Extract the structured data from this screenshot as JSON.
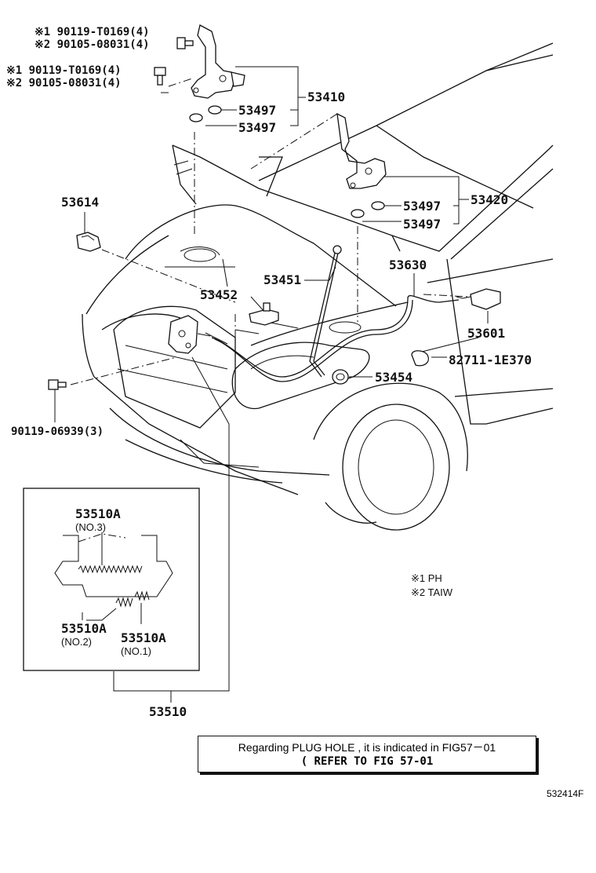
{
  "callouts": {
    "top_bolt_1": "※1 90119-T0169(4)",
    "top_bolt_2": "※2 90105-08031(4)",
    "left_bolt_1": "※1 90119-T0169(4)",
    "left_bolt_2": "※2 90105-08031(4)",
    "hinge_lh": "53410",
    "hinge_rh": "53420",
    "washer_a": "53497",
    "washer_b": "53497",
    "washer_c": "53497",
    "washer_d": "53497",
    "cushion_left": "53614",
    "cushion_right": "53601",
    "hood_support": "53451",
    "striker": "53452",
    "release_cable": "53630",
    "clamp": "82711-1E370",
    "grommet": "53454",
    "latch_bolt": "90119-06939(3)",
    "latch_assy": "53510",
    "lock_part_top": "53510A",
    "lock_part_top_sub": "(NO.3)",
    "lock_part_left": "53510A",
    "lock_part_left_sub": "(NO.2)",
    "lock_part_right": "53510A",
    "lock_part_right_sub": "(NO.1)"
  },
  "legend": {
    "mark1": "※1 PH",
    "mark2": "※2  TAIW"
  },
  "note": {
    "line1": "Regarding PLUG HOLE , it is indicated in FIG57－01",
    "line2": "( REFER TO FIG 57-01"
  },
  "figure_code": "532414F"
}
